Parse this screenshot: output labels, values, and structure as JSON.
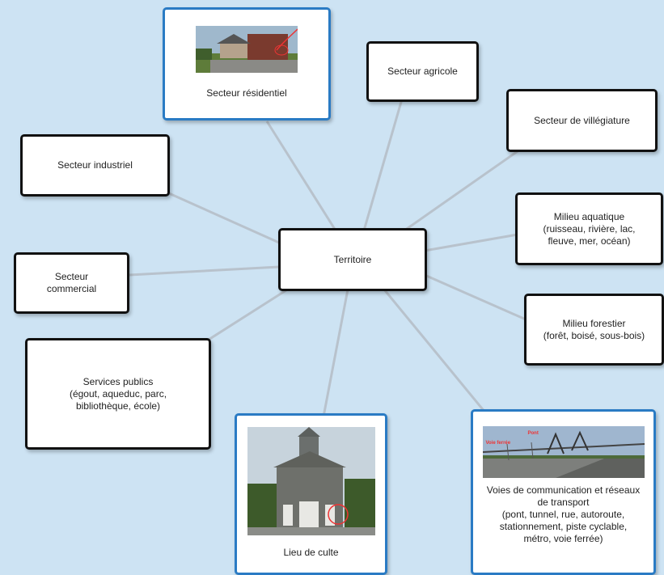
{
  "center": {
    "label": "Territoire"
  },
  "nodes": {
    "residentiel": {
      "label": "Secteur résidentiel"
    },
    "agricole": {
      "label": "Secteur agricole"
    },
    "villegiature": {
      "label": "Secteur de villégiature"
    },
    "industriel": {
      "label": "Secteur industriel"
    },
    "aquatique": {
      "label": "Milieu aquatique\n(ruisseau, rivière, lac,\nfleuve, mer, océan)"
    },
    "commercial": {
      "label": "Secteur\ncommercial"
    },
    "forestier": {
      "label": "Milieu forestier\n(forêt, boisé, sous-bois)"
    },
    "services": {
      "label": "Services publics\n(égout, aqueduc, parc,\nbibliothèque, école)"
    },
    "culte": {
      "label": "Lieu de culte"
    },
    "voies": {
      "label": "Voies de communication et réseaux\nde transport\n(pont, tunnel, rue, autoroute,\nstationnement, piste cyclable,\nmétro, voie ferrée)"
    }
  },
  "photo_tags": {
    "voie_ferree": "Voie ferrée",
    "pont": "Pont"
  },
  "colors": {
    "background": "#cde3f3",
    "link": "#b8c2cc",
    "image_border": "#2a7bc4",
    "node_border": "#111111"
  }
}
